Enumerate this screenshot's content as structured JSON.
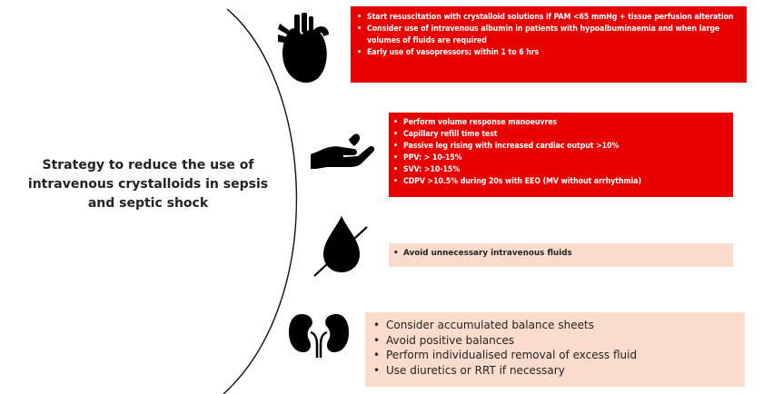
{
  "title": "Strategy to reduce the use of intravenous crystalloids in sepsis and septic shock",
  "colors": {
    "red_box": "#e60000",
    "peach_box": "#fbdccc",
    "icon": "#000000",
    "arc": "#111111"
  },
  "icons": [
    "heart-icon",
    "hand-icon",
    "crossed-drop-icon",
    "kidneys-icon"
  ],
  "boxes": [
    {
      "style": "red",
      "items": [
        "Start resuscitation with crystalloid solutions if PAM <65 mmHg + tissue perfusion alteration",
        "Consider use of intravenous albumin in patients with hypoalbuminaemia and when large volumes of fluids are required",
        "Early use of vasopressors; within 1 to 6 hrs"
      ]
    },
    {
      "style": "red",
      "items": [
        "Perform volume response manoeuvres",
        "Capillary refill time test",
        "Passive leg rising with increased cardiac output >10%",
        "PPV: > 10-15%",
        "SVV: >10-15%",
        "CDPV >10.5% during 20s with EEO (MV without arrhythmia)"
      ]
    },
    {
      "style": "peach",
      "items": [
        "Avoid unnecessary intravenous fluids"
      ]
    },
    {
      "style": "peach",
      "items": [
        "Consider accumulated balance sheets",
        "Avoid positive balances",
        "Perform individualised removal of excess fluid",
        "Use diuretics or RRT if necessary"
      ]
    }
  ]
}
